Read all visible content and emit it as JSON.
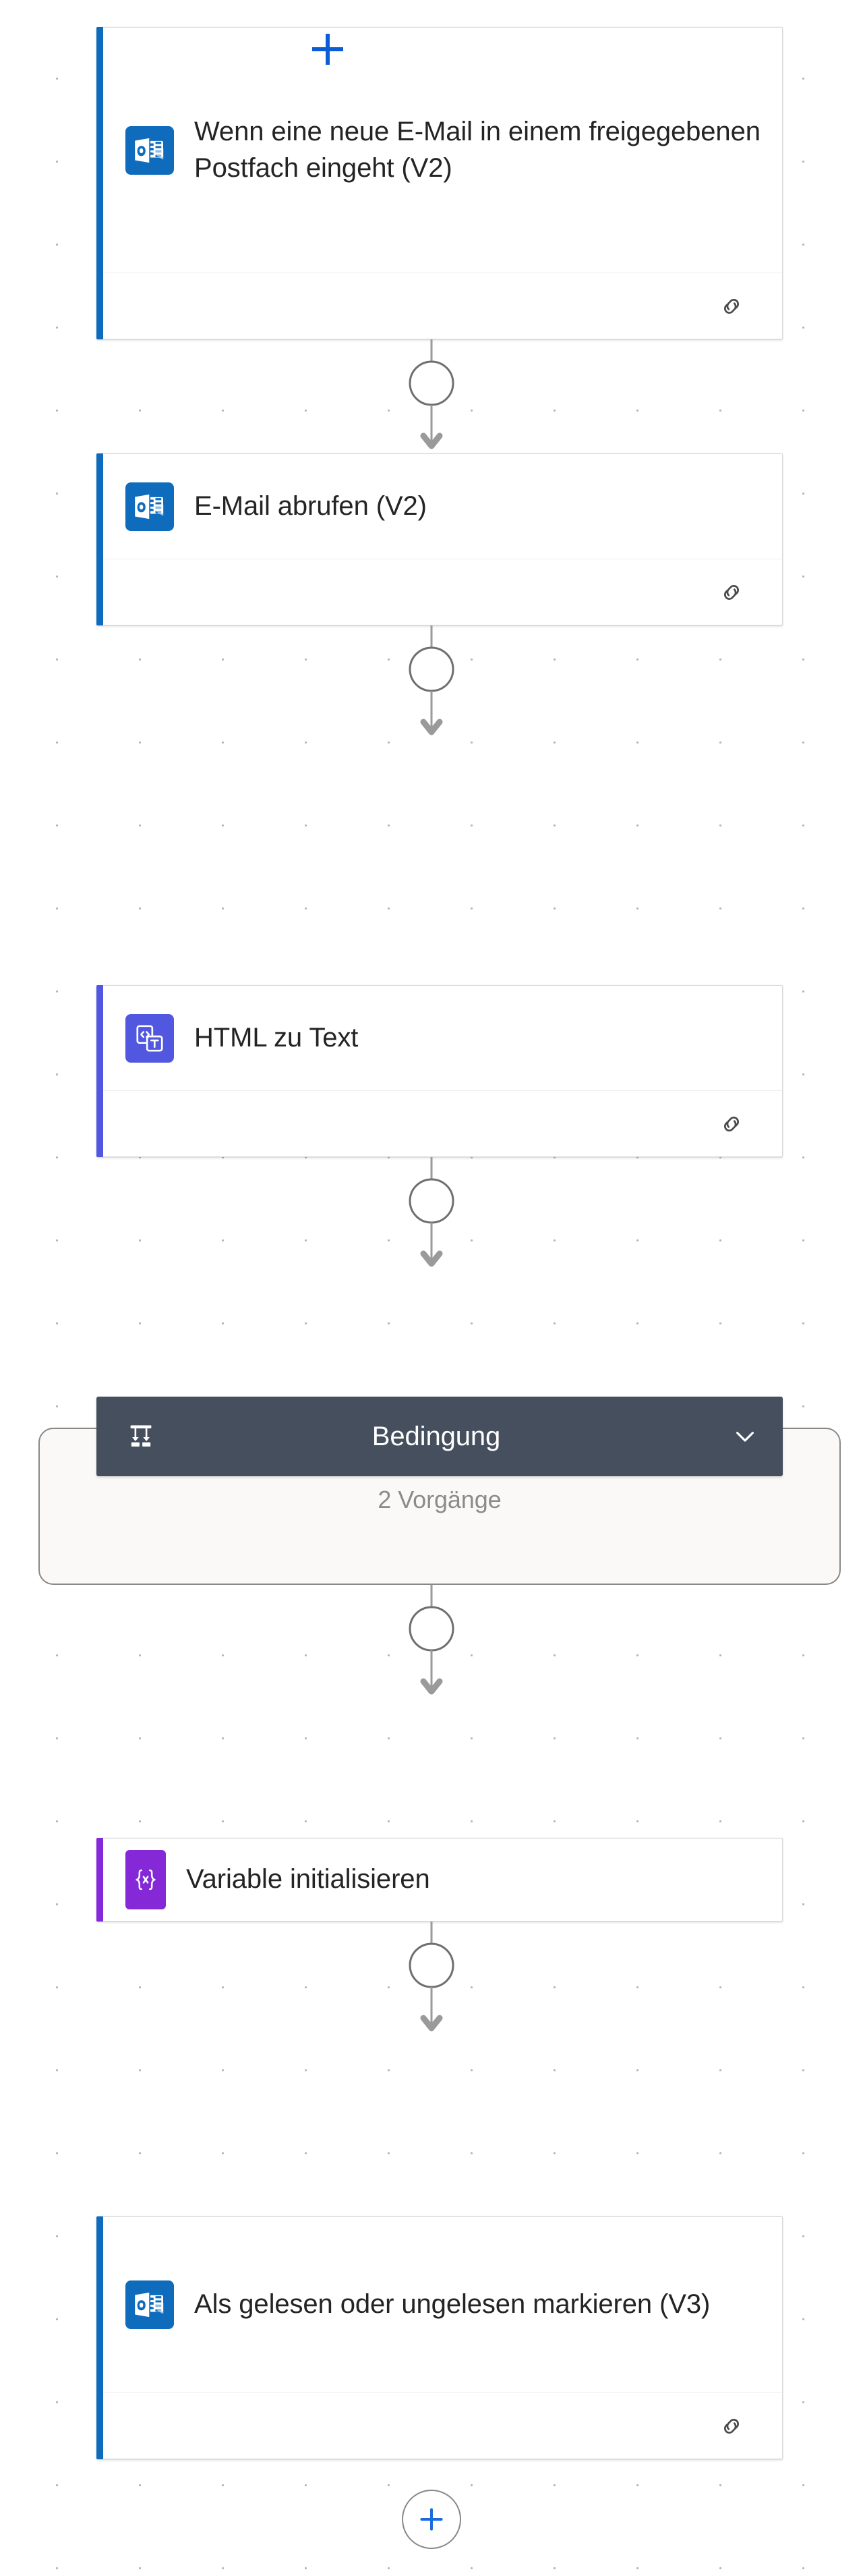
{
  "app": {
    "name": "Power Automate Flow Designer",
    "canvas_background": "#ffffff",
    "grid_dot_color": "#b4b4b4"
  },
  "colors": {
    "outlook_blue": "#0f6cbd",
    "html_indigo": "#5257e0",
    "variable_purple": "#8528d8",
    "scope_header_dark": "#464f5d",
    "connector_gray": "#9a9a9a",
    "cursor_blue": "#0b5cd5"
  },
  "flow": {
    "nodes": [
      {
        "id": "trigger-shared-mailbox",
        "title": "Wenn eine neue E-Mail in einem freigegebenen Postfach eingeht (V2)",
        "icon": "outlook-icon",
        "accent_color": "#0f6cbd",
        "icon_bg": "#0f6cbd",
        "has_footer": true,
        "footer_icon": "link-icon"
      },
      {
        "id": "get-email",
        "title": "E-Mail abrufen (V2)",
        "icon": "outlook-icon",
        "accent_color": "#0f6cbd",
        "icon_bg": "#0f6cbd",
        "has_footer": true,
        "footer_icon": "link-icon"
      },
      {
        "id": "html-to-text",
        "title": "HTML zu Text",
        "icon": "html-to-text-icon",
        "accent_color": "#5257e0",
        "icon_bg": "#5257e0",
        "has_footer": true,
        "footer_icon": "link-icon"
      },
      {
        "id": "initialize-variable",
        "title": "Variable initialisieren",
        "icon": "variable-braces-icon",
        "accent_color": "#8528d8",
        "icon_bg": "#8528d8",
        "has_footer": false,
        "footer_icon": null
      },
      {
        "id": "mark-read-unread",
        "title": "Als gelesen oder ungelesen markieren (V3)",
        "icon": "outlook-icon",
        "accent_color": "#0f6cbd",
        "icon_bg": "#0f6cbd",
        "has_footer": true,
        "footer_icon": "link-icon"
      }
    ],
    "condition_scope": {
      "id": "bedingung",
      "title": "Bedingung",
      "subtitle": "2 Vorgänge",
      "icon": "condition-branch-icon",
      "expander": "chevron-down-icon",
      "collapsed": true
    },
    "add_step_button": {
      "id": "add-step",
      "icon": "plus-icon",
      "label": ""
    },
    "connector_icon": "circle-connector",
    "connector_arrow": "arrow-down-icon"
  }
}
